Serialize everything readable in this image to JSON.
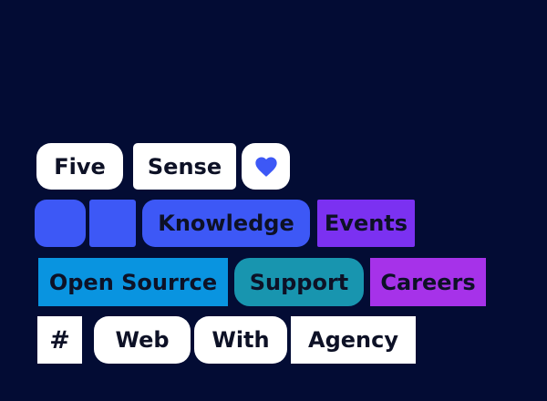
{
  "colors": {
    "background": "#030C34",
    "white": "#FFFFFF",
    "royal_blue": "#3D58F6",
    "violet": "#7B31F1",
    "sky_blue": "#0994E0",
    "teal": "#1895AF",
    "magenta_purple": "#A632E9",
    "text_dark": "#0D1126",
    "heart_blue": "#3D58F6"
  },
  "rows": [
    {
      "items": [
        {
          "label": "Five",
          "color": "#FFFFFF"
        },
        {
          "label": "Sense",
          "color": "#FFFFFF"
        },
        {
          "icon": "heart-icon",
          "color": "#FFFFFF"
        }
      ]
    },
    {
      "items": [
        {
          "label": "",
          "color": "#3D58F6"
        },
        {
          "label": "",
          "color": "#3D58F6"
        },
        {
          "label": "Knowledge",
          "color": "#3D58F6"
        },
        {
          "label": "Events",
          "color": "#7B31F1"
        }
      ]
    },
    {
      "items": [
        {
          "label": "Open Sourrce",
          "color": "#0994E0"
        },
        {
          "label": "Support",
          "color": "#1895AF"
        },
        {
          "label": "Careers",
          "color": "#A632E9"
        }
      ]
    },
    {
      "items": [
        {
          "label": "#",
          "color": "#FFFFFF"
        },
        {
          "label": "Web",
          "color": "#FFFFFF"
        },
        {
          "label": "With",
          "color": "#FFFFFF"
        },
        {
          "label": "Agency",
          "color": "#FFFFFF"
        }
      ]
    }
  ]
}
